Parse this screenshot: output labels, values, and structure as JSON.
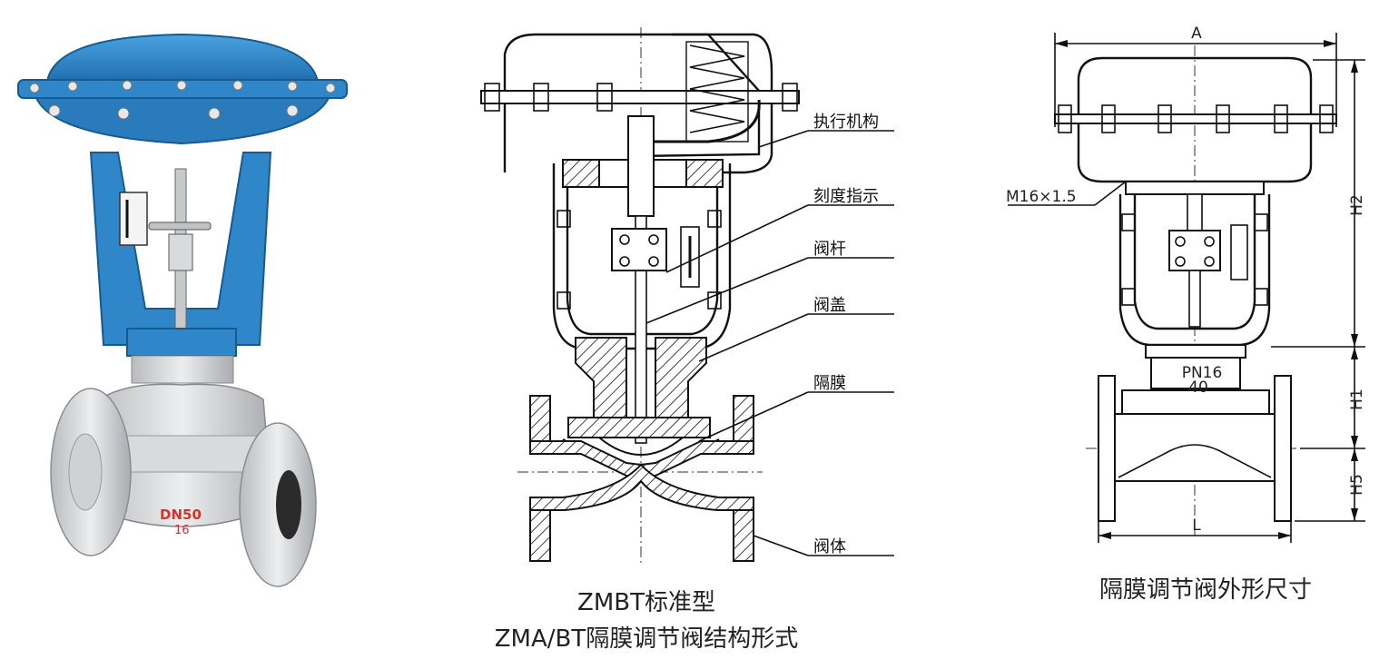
{
  "photo": {
    "nameplate_dn": "DN50",
    "nameplate_pn": "16"
  },
  "section": {
    "labels": [
      "执行机构",
      "刻度指示",
      "阀杆",
      "阀盖",
      "隔膜",
      "阀体"
    ],
    "caption_line1": "ZMBT标准型",
    "caption_line2": "ZMA/BT隔膜调节阀结构形式"
  },
  "outline": {
    "dim_A": "A",
    "dim_H2": "H2",
    "dim_H1": "H1",
    "dim_H5": "H5",
    "dim_L": "L",
    "thread": "M16×1.5",
    "pn_label": "PN16",
    "dn_label": "40",
    "caption": "隔膜调节阀外形尺寸"
  },
  "colors": {
    "actuator_blue": "#2f86c8",
    "body_steel": "#d2d4d6",
    "nameplate_red": "#d8332b"
  }
}
